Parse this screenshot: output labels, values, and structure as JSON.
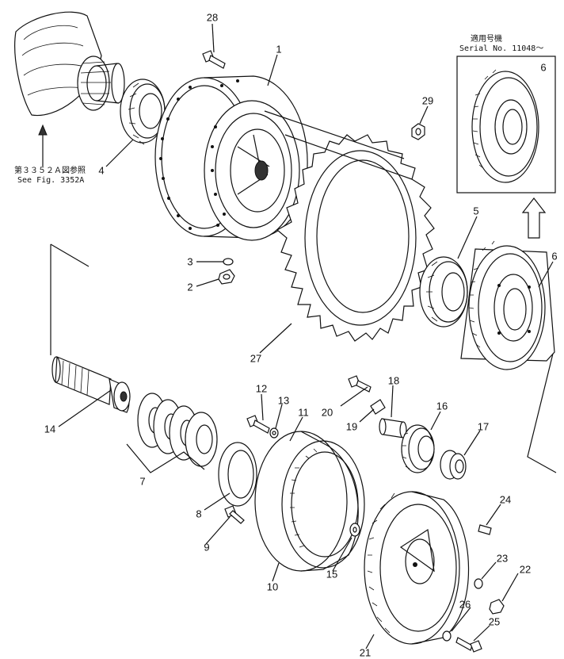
{
  "notes": {
    "ref_jp": "第３３５２Ａ図参照",
    "ref_en": "See Fig. 3352A",
    "serial_jp": "適用号機",
    "serial_en": "Serial No. 11048～"
  },
  "parts": {
    "p1": "1",
    "p2": "2",
    "p3": "3",
    "p4": "4",
    "p5": "5",
    "p6a": "6",
    "p6b": "6",
    "p7": "7",
    "p8": "8",
    "p9": "9",
    "p10": "10",
    "p11": "11",
    "p12": "12",
    "p13": "13",
    "p14": "14",
    "p15": "15",
    "p16": "16",
    "p17": "17",
    "p18": "18",
    "p19": "19",
    "p20": "20",
    "p21": "21",
    "p22": "22",
    "p23": "23",
    "p24": "24",
    "p25": "25",
    "p26": "26",
    "p27": "27",
    "p28": "28",
    "p29": "29"
  }
}
